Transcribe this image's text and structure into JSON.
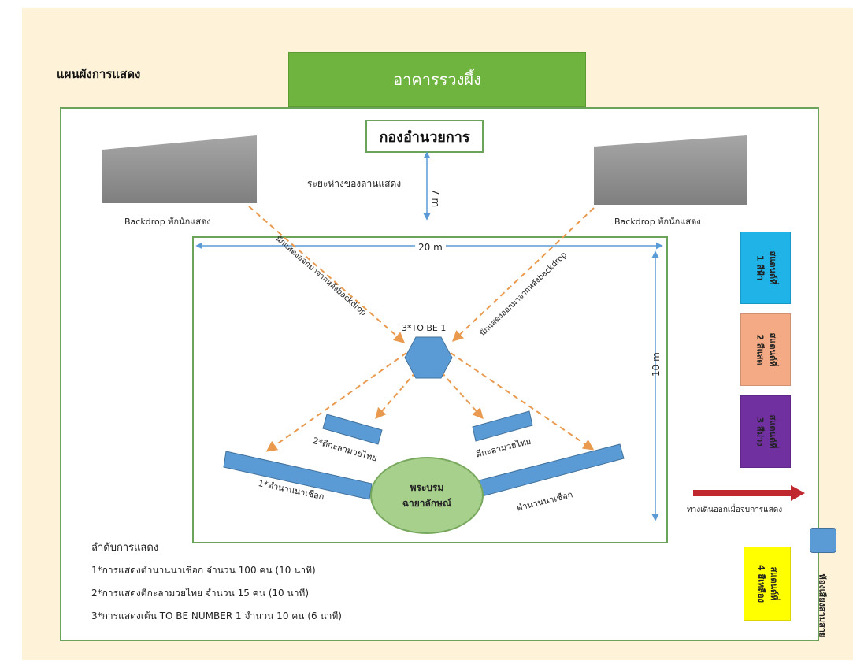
{
  "title": "แผนผังการแสดง",
  "building": "อาคารรวงผึ้ง",
  "committee": "กองอำนวยการ",
  "distance_label": "ระยะห่างของลานแสดง",
  "dist_7m": "7 m",
  "dist_20m": "20 m",
  "dist_10m": "10 m",
  "backdrop_left": "Backdrop พักนักแสดง",
  "backdrop_right": "Backdrop พักนักแสดง",
  "path_left": "นักแสดงออกมาจากหลังbackdrop",
  "path_right": "นักแสดงออกมาจากหลังbackdrop",
  "center_label": "3*TO BE 1",
  "block_left_small": "2*ตีกะลามวยไทย",
  "block_right_small": "ตีกะลามวยไทย",
  "block_left_long": "1*ตำนานนาเชือก",
  "block_right_long": "ตำนานนาเชือก",
  "oval": {
    "line1": "พระบรม",
    "line2": "ฉายาลักษณ์"
  },
  "zones": [
    {
      "label": "สแตนด์ที่\n1 สีฟ้า",
      "color": "#1fb3e8"
    },
    {
      "label": "สแตนด์ที่\n2 สีแสด",
      "color": "#f4ab85"
    },
    {
      "label": "สแตนด์ที่\n3 สีม่วง",
      "color": "#7030a0"
    },
    {
      "label": "สแตนด์ที่\n4 สีเหลือง",
      "color": "#ffff00"
    }
  ],
  "exit_label": "ทางเดินออกเมื่อจบการแสดง",
  "sound_room": "ห้องเสียงสามสาย",
  "order": {
    "heading": "ลำดับการแสดง",
    "items": [
      "1*การแสดงตำนานนาเชือก จำนวน 100 คน (10 นาที)",
      "2*การแสดงตีกะลามวยไทย จำนวน 15 คน (10 นาที)",
      "3*การแสดงเต้น TO BE NUMBER 1  จำนวน 10 คน (6 นาที)"
    ]
  },
  "colors": {
    "accent_blue": "#5b9bd5",
    "dashed_orange": "#e99a4e",
    "exit_arrow": "#c0282f",
    "backdrop_gray": "#8c8c8c"
  }
}
